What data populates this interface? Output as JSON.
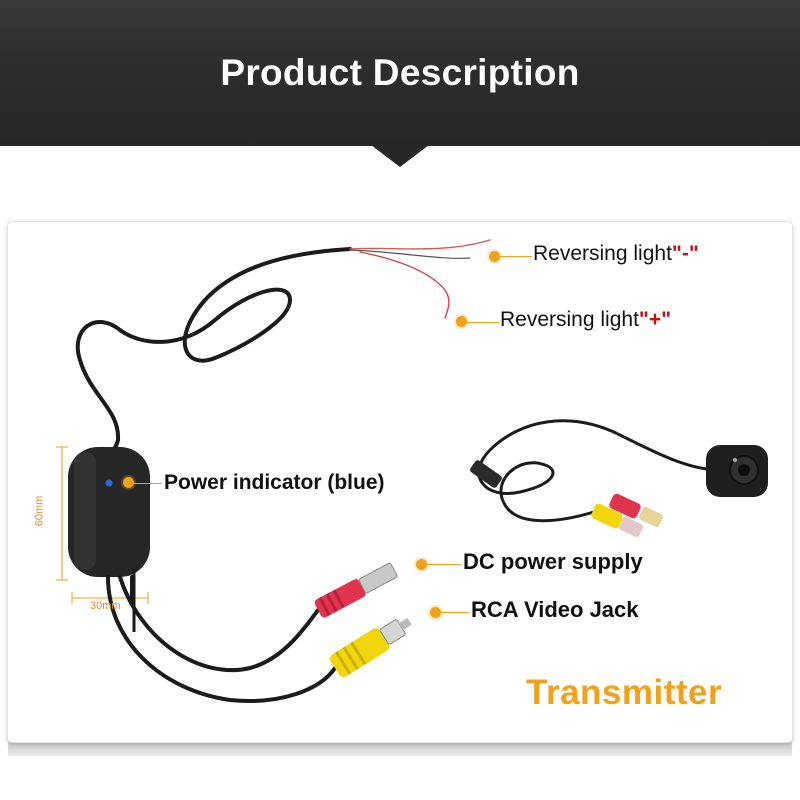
{
  "header": {
    "title": "Product Description"
  },
  "callouts": {
    "reversing_minus": {
      "label": "Reversing light",
      "mark": "\"-\""
    },
    "reversing_plus": {
      "label": "Reversing light",
      "mark": "\"+\""
    },
    "power_indicator": "Power indicator (blue)",
    "dc_power": "DC power supply",
    "rca_video": "RCA Video Jack"
  },
  "dimensions": {
    "height": "60mm",
    "width": "30mm"
  },
  "product_label": "Transmitter",
  "colors": {
    "banner": "#2e2e2e",
    "accent_orange": "#f0a21b",
    "accent_red": "#c4141b",
    "indicator_blue": "#2a6ad6"
  }
}
